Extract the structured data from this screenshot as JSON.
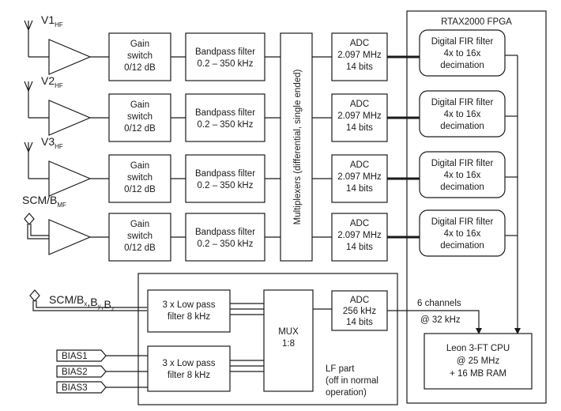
{
  "fpga_label": "RTAX2000 FPGA",
  "mux_label": "Multiplexers (differential, single ended)",
  "hf_channels": [
    {
      "name": "V1",
      "sub": "HF",
      "antenna": "dipole"
    },
    {
      "name": "V2",
      "sub": "HF",
      "antenna": "dipole"
    },
    {
      "name": "V3",
      "sub": "HF",
      "antenna": "dipole"
    },
    {
      "name": "SCM/B",
      "sub": "MF",
      "antenna": "scm"
    }
  ],
  "gain_switch": [
    "Gain",
    "switch",
    "0/12 dB"
  ],
  "bandpass": [
    "Bandpass filter",
    "0.2 – 350 kHz"
  ],
  "adc_hf": [
    "ADC",
    "2.097 MHz",
    "14 bits"
  ],
  "fir": [
    "Digital FIR filter",
    "4x to 16x",
    "decimation"
  ],
  "lf": {
    "scm_input": {
      "parts": [
        {
          "t": "SCM/B",
          "s": ""
        },
        {
          "t": "",
          "s": "x"
        },
        {
          "t": ",B",
          "s": "y"
        },
        {
          "t": ",B",
          "s": "z"
        }
      ]
    },
    "lowpass": [
      "3 x Low pass",
      "filter 8 kHz"
    ],
    "bias": [
      "BIAS1",
      "BIAS2",
      "BIAS3"
    ],
    "mux": [
      "MUX",
      "1:8"
    ],
    "adc": [
      "ADC",
      "256 kHz",
      "14 bits"
    ],
    "part_label": [
      "LF part",
      "(off in normal",
      "operation)"
    ],
    "channels_label": [
      "6 channels",
      "@ 32 kHz"
    ]
  },
  "cpu": [
    "Leon 3-FT CPU",
    "@ 25 MHz",
    "+ 16 MB RAM"
  ]
}
